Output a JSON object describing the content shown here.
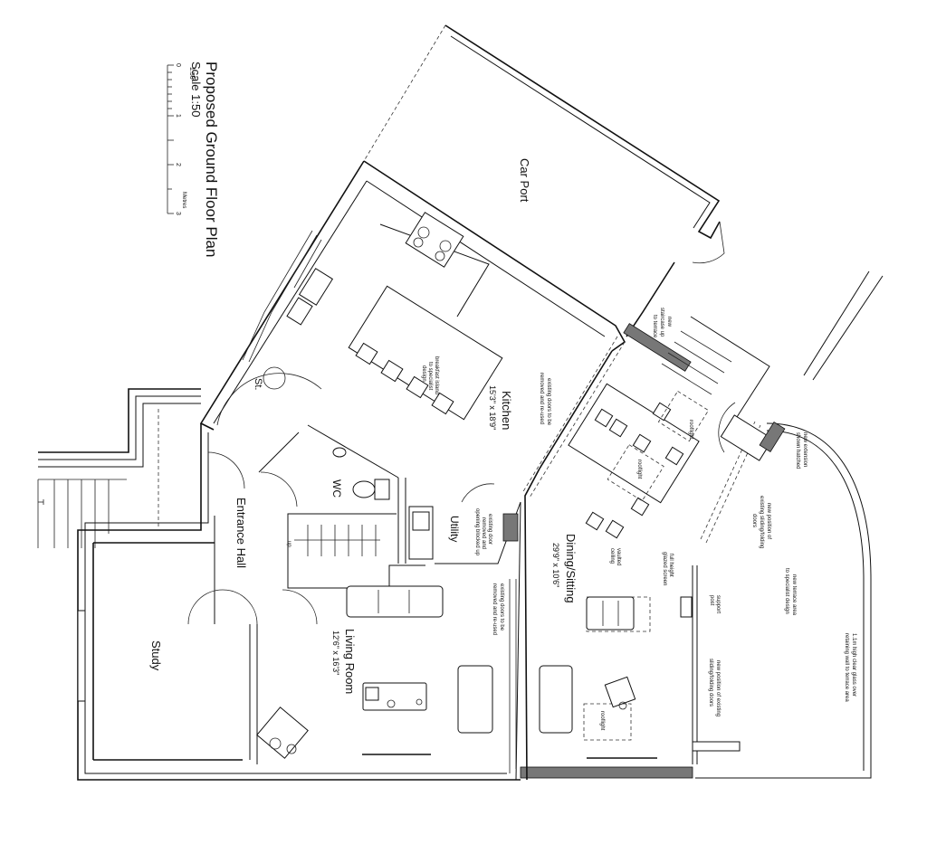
{
  "title": {
    "heading": "Proposed Ground Floor Plan",
    "scale": "Scale 1:50",
    "bar_scale_label": "1:50",
    "ticks": [
      "0",
      "1",
      "2",
      "3"
    ],
    "unit": "Metres"
  },
  "rooms": {
    "car_port": "Car Port",
    "kitchen": "Kitchen",
    "kitchen_size": "15'3\" x 18'9\"",
    "dining": "Dining/Sitting",
    "dining_size": "29'9\" x 10'6\"",
    "living": "Living Room",
    "living_size": "12'6\" x 16'3\"",
    "study": "Study",
    "entrance": "Entrance Hall",
    "wc": "WC",
    "utility": "Utility",
    "store": "St."
  },
  "notes": {
    "breakfast_island": [
      "breakfast island",
      "to specialist",
      "design"
    ],
    "existing_doors_kitchen": [
      "existing doors to be",
      "removed and re-used"
    ],
    "existing_doors_living": [
      "existing doors to be",
      "removed and re-used"
    ],
    "utility_door": [
      "existing door",
      "removed and",
      "opening blocked up"
    ],
    "new_staircase": [
      "new",
      "staircase up",
      "to terrace"
    ],
    "new_extension": [
      "new extension",
      "shown hatched"
    ],
    "new_position_top": [
      "new position of",
      "existing sliding/folding",
      "doors"
    ],
    "new_position_bottom": [
      "new position of existing",
      "sliding/folding doors"
    ],
    "new_terrace": [
      "new terrace area",
      "to specialist design"
    ],
    "glass_wall": [
      "1.1m high clear glass over",
      "retaining wall to terrace area"
    ],
    "vaulted": [
      "vaulted",
      "ceiling"
    ],
    "full_height": [
      "full height",
      "glazed screen"
    ],
    "support_post": [
      "support",
      "post"
    ],
    "rooflight": "rooflight",
    "stair_up": "up"
  }
}
